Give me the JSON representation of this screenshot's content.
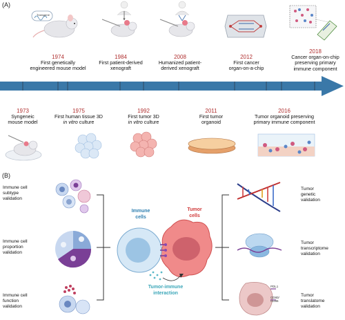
{
  "panelA": {
    "label": "(A)",
    "top_events": [
      {
        "year": "1974",
        "line1": "First genetically",
        "line2": "engineered mouse model",
        "italic2": ""
      },
      {
        "year": "1984",
        "line1": "First patient-derived",
        "line2": "xenograft",
        "italic2": ""
      },
      {
        "year": "2008",
        "line1": "Humanized patient-",
        "line2": "derived xenograft",
        "italic2": ""
      },
      {
        "year": "2012",
        "line1": "First cancer",
        "line2": "organ-on-a-chip",
        "italic2": ""
      },
      {
        "year": "2018",
        "line1": "Cancer organ-on-chip",
        "line2": "preserving primary",
        "line3": "immune component"
      }
    ],
    "bottom_events": [
      {
        "year": "1973",
        "line1": "Syngeneic",
        "line2": "mouse model"
      },
      {
        "year": "1975",
        "line1": "First human tissue 3D",
        "line2_italic": "in vitro",
        "line2_rest": " culture"
      },
      {
        "year": "1992",
        "line1": "First tumor 3D",
        "line2_italic": "in vitro",
        "line2_rest": " culture"
      },
      {
        "year": "2011",
        "line1": "First tumor",
        "line2": "organoid"
      },
      {
        "year": "2016",
        "line1": "Tumor organoid preserving",
        "line2": "primary immune component"
      }
    ],
    "transgene_label": "Transgene"
  },
  "panelB": {
    "label": "(B)",
    "left": [
      {
        "line1": "Immune cell",
        "line2": "subtype",
        "line3": "validation"
      },
      {
        "line1": "Immune cell",
        "line2": "proportion",
        "line3": "validation"
      },
      {
        "line1": "Immune cell",
        "line2": "function",
        "line3": "validation"
      }
    ],
    "right": [
      {
        "line1": "Tumor",
        "line2": "genetic",
        "line3": "validation"
      },
      {
        "line1": "Tumor",
        "line2": "transcriptome",
        "line3": "validation"
      },
      {
        "line1": "Tumor",
        "line2": "translatome",
        "line3": "validation"
      }
    ],
    "immune_cells": {
      "line1": "Immune",
      "line2": "cells"
    },
    "tumor_cells": {
      "line1": "Tumor",
      "line2": "cells"
    },
    "interaction": {
      "line1": "Tumor-immune",
      "line2": "interaction"
    },
    "pdl1": "PDL1",
    "cd80": "CD80/",
    "cd86": "CD86"
  },
  "colors": {
    "arrow": "#3a78a8",
    "year": "#b03030",
    "immune": "#2f7fb0",
    "tumor": "#d03a3a",
    "interaction": "#3aa6b8",
    "purple": "#7a3f96"
  }
}
